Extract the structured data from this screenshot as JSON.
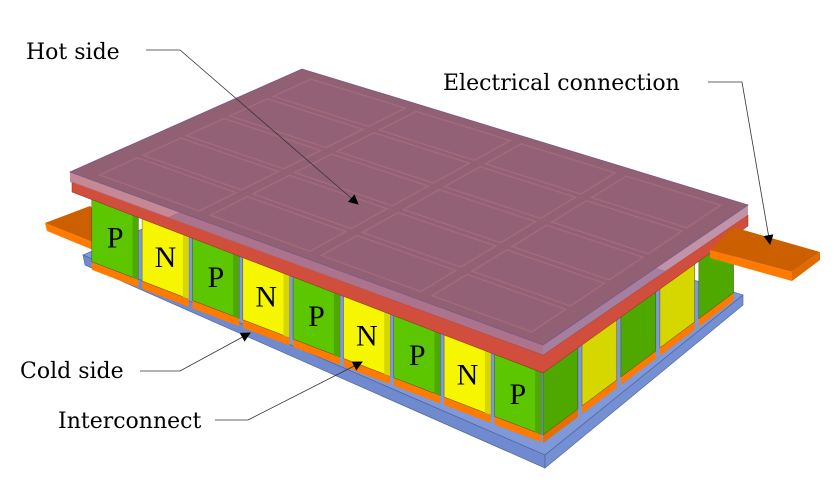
{
  "labels": {
    "hot_side": "Hot side",
    "electrical_connection": "Electrical connection",
    "cold_side": "Cold side",
    "interconnect": "Interconnect"
  },
  "pillar_labels": [
    "P",
    "N",
    "P",
    "N",
    "P",
    "N",
    "P",
    "N",
    "P"
  ],
  "colors": {
    "p_type": "#5cc600",
    "n_type": "#f6f600",
    "interconnect": "#ff7a00",
    "cold_plate": "#7e98d8",
    "hot_plate": "#9a7ca8",
    "hot_ceramic": "#d24e3c",
    "tile": "#8c5257",
    "tab": "#cc6000"
  }
}
